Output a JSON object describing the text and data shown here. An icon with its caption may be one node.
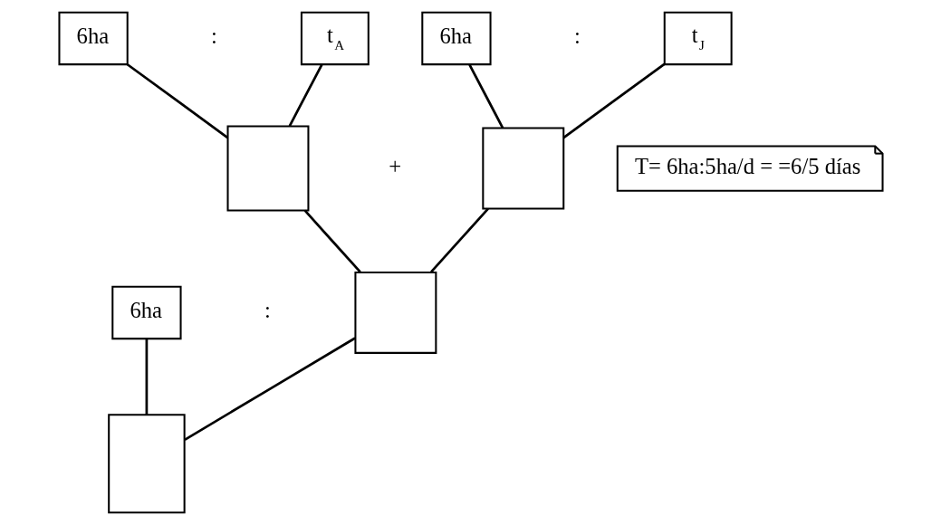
{
  "diagram": {
    "nodes": [
      {
        "text": [
          "6ha"
        ]
      },
      {
        "text": [
          "t$_{A}$"
        ]
      },
      {
        "text": [],
        "shape": "box"
      },
      {
        "text": [
          "6ha"
        ]
      },
      {
        "text": [
          "t$_{J}$"
        ]
      },
      {
        "text": [],
        "shape": "box"
      },
      {
        "text": [],
        "shape": "box"
      },
      {
        "text": [
          "6ha"
        ]
      },
      {
        "text": [],
        "shape": "box"
      },
      {
        "text": [
          "T= 6ha:5ha/d = =6/5 días"
        ]
      }
    ],
    "edges": [
      {
        "from": 0,
        "to": 2,
        "arrow": "none"
      },
      {
        "from": 1,
        "to": 2,
        "arrow": "none"
      },
      {
        "from": 3,
        "to": 5,
        "arrow": "none"
      },
      {
        "from": 4,
        "to": 5,
        "arrow": "none"
      },
      {
        "from": 2,
        "to": 6,
        "arrow": "none"
      },
      {
        "from": 5,
        "to": 6,
        "arrow": "none"
      },
      {
        "from": 7,
        "to": 8,
        "arrow": "none"
      },
      {
        "from": 8,
        "to": 6,
        "arrow": "none"
      }
    ],
    "labels": [
      ":",
      ":",
      "+",
      ":"
    ]
  }
}
